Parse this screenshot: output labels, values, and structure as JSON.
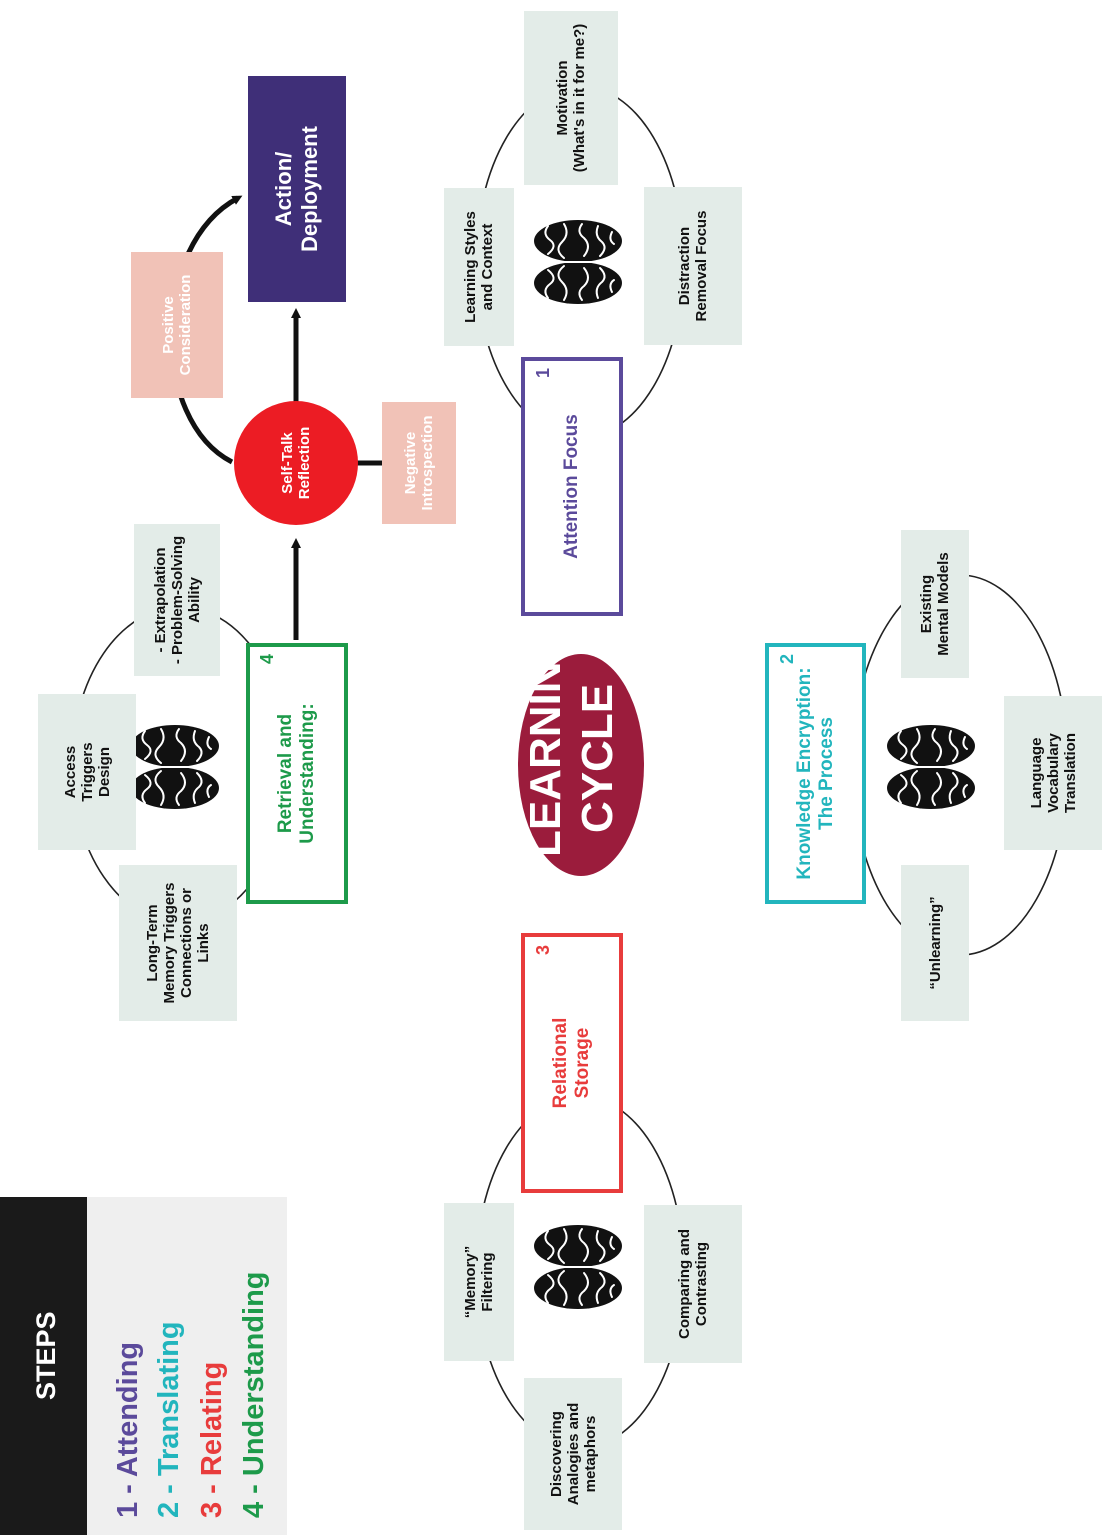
{
  "colors": {
    "attending": "#5b4a9b",
    "translating": "#22b5bd",
    "relating": "#e83c3c",
    "understanding": "#1d9a4a",
    "cycle": "#9b1c3c",
    "self_talk": "#ec1c24",
    "action": "#3f2f78",
    "pink": "#f1c2b7",
    "mint": "#e3ece8",
    "steps_bg": "#efefef",
    "steps_header": "#1a1a1a"
  },
  "steps": {
    "title": "STEPS",
    "items": [
      "1 - Attending",
      "2 - Translating",
      "3 - Relating",
      "4 - Understanding"
    ]
  },
  "center": {
    "line1": "LEARNING",
    "line2": "CYCLE"
  },
  "stage1": {
    "number": "1",
    "title": "Attention Focus",
    "items": [
      "Learning Styles\nand Context",
      "Motivation\n(What's in it for me?)",
      "Distraction\nRemoval Focus"
    ]
  },
  "stage2": {
    "number": "2",
    "title": "Knowledge Encryption:\nThe Process",
    "items": [
      "Existing\nMental Models",
      "Language\nVocabulary\nTranslation",
      "“Unlearning”"
    ]
  },
  "stage3": {
    "number": "3",
    "title": "Relational\nStorage",
    "items": [
      "“Memory”\nFiltering",
      "Comparing and\nContrasting",
      "Discovering\nAnalogies and\nmetaphors"
    ]
  },
  "stage4": {
    "number": "4",
    "title": "Retrieval and\nUnderstanding:",
    "items": [
      "Long-Term\nMemory Triggers\nConnections or\nLinks",
      "Access\nTriggers\nDesign",
      "- Extrapolation\n- Problem-Solving\nAbility"
    ]
  },
  "reflection": {
    "self_talk": "Self-Talk\nReflection",
    "negative": "Negative\nIntrospection",
    "positive": "Positive\nConsideration",
    "action": "Action/\nDeployment"
  }
}
